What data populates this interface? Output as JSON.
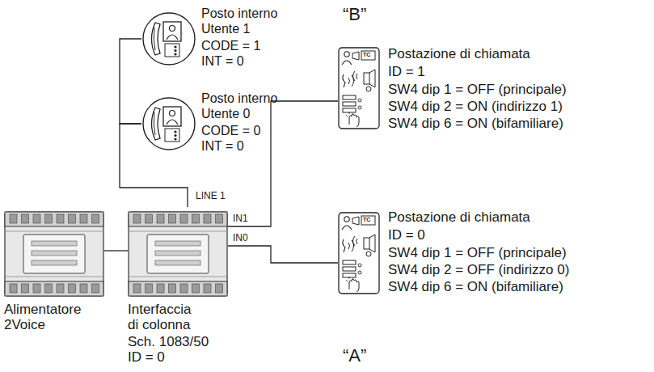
{
  "diagram": {
    "nodes": [
      {
        "text": [
          "Posto interno",
          "Utente 1",
          "CODE = 1",
          "INT = 0"
        ]
      },
      {
        "text": [
          "Posto interno",
          "Utente 0",
          "CODE = 0",
          "INT = 0"
        ]
      },
      {
        "text": [
          "Alimentatore",
          "2Voice"
        ]
      },
      {
        "text": [
          "Interfaccia",
          "di colonna",
          "Sch. 1083/50",
          "ID = 0"
        ]
      },
      {
        "text": [
          "“B”",
          "Postazione di chiamata",
          "ID = 1",
          "SW4 dip 1 = OFF (principale)",
          "SW4 dip 2 = ON (indirizzo 1)",
          "SW4 dip 6 = ON (bifamiliare)"
        ]
      },
      {
        "text": [
          "Postazione di chiamata",
          "ID = 0",
          "SW4 dip 1 = OFF (principale)",
          "SW4 dip 2 = OFF (indirizzo 0)",
          "SW4 dip 6 = ON (bifamiliare)",
          "“A”"
        ]
      }
    ],
    "edges": [
      {
        "from": 0,
        "to": 1,
        "arrow": "none"
      },
      {
        "from": 1,
        "to": 3,
        "arrow": "none",
        "label": "LINE 1"
      },
      {
        "from": 2,
        "to": 3,
        "arrow": "none"
      },
      {
        "from": 3,
        "to": 4,
        "arrow": "none",
        "label": "IN1"
      },
      {
        "from": 3,
        "to": 5,
        "arrow": "none",
        "label": "IN0"
      }
    ],
    "labels": [
      "TC",
      "TC"
    ]
  }
}
